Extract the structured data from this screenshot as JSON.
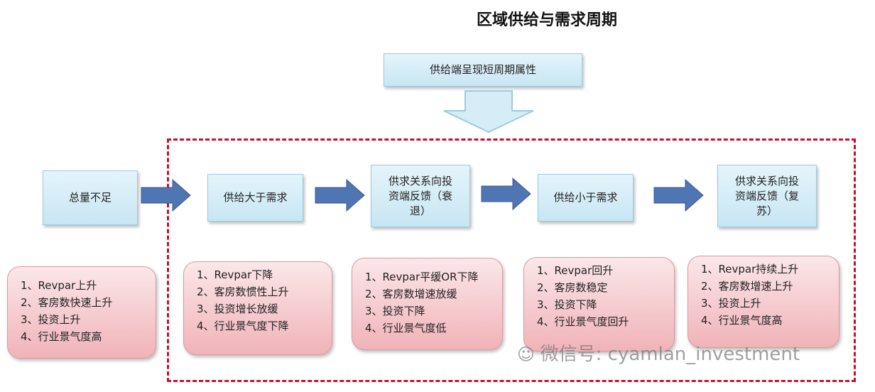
{
  "title": "区域供给与需求周期",
  "top_box": "供给端呈现短周期属性",
  "stages": [
    {
      "label": "总量不足",
      "items": [
        "1、Revpar上升",
        "2、客房数快速上升",
        "3、投资上升",
        "4、行业景气度高"
      ]
    },
    {
      "label": "供给大于需求",
      "items": [
        "1、Revpar下降",
        "2、客房数惯性上升",
        "3、投资增长放缓",
        "4、行业景气度下降"
      ]
    },
    {
      "label": "供求关系向投资端反馈（衰退）",
      "items": [
        "1、Revpar平缓OR下降",
        "2、客房数增速放缓",
        "3、投资下降",
        "4、行业景气度低"
      ]
    },
    {
      "label": "供给小于需求",
      "items": [
        "1、Revpar回升",
        "2、客房数稳定",
        "3、投资下降",
        "4、行业景气度回升"
      ]
    },
    {
      "label": "供求关系向投资端反馈（复苏）",
      "items": [
        "1、Revpar持续上升",
        "2、客房数增速上升",
        "3、投资上升",
        "4、行业景气度高"
      ]
    }
  ],
  "watermark": "微信号: cyamlan_investment"
}
